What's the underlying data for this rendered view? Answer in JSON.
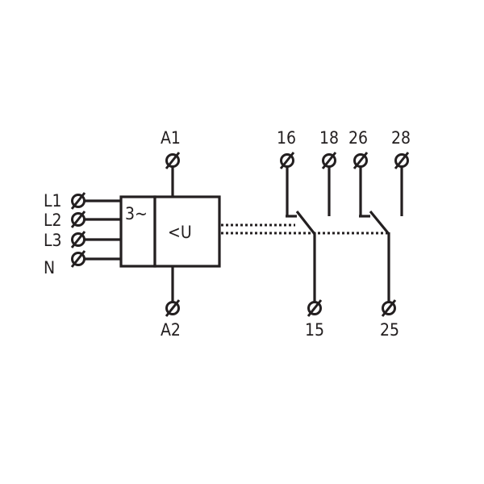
{
  "supply_terminals": [
    "L1",
    "L2",
    "L3",
    "N"
  ],
  "coil_terminals": {
    "top": "A1",
    "bottom": "A2"
  },
  "blocks": {
    "phase": "3~",
    "function": "<U"
  },
  "contact_1": {
    "common": "15",
    "nc": "16",
    "no": "18"
  },
  "contact_2": {
    "common": "25",
    "nc": "26",
    "no": "28"
  },
  "colors": {
    "ink": "#231f20",
    "background": "#ffffff"
  },
  "icons": {
    "terminal": "screw-terminal-icon"
  }
}
